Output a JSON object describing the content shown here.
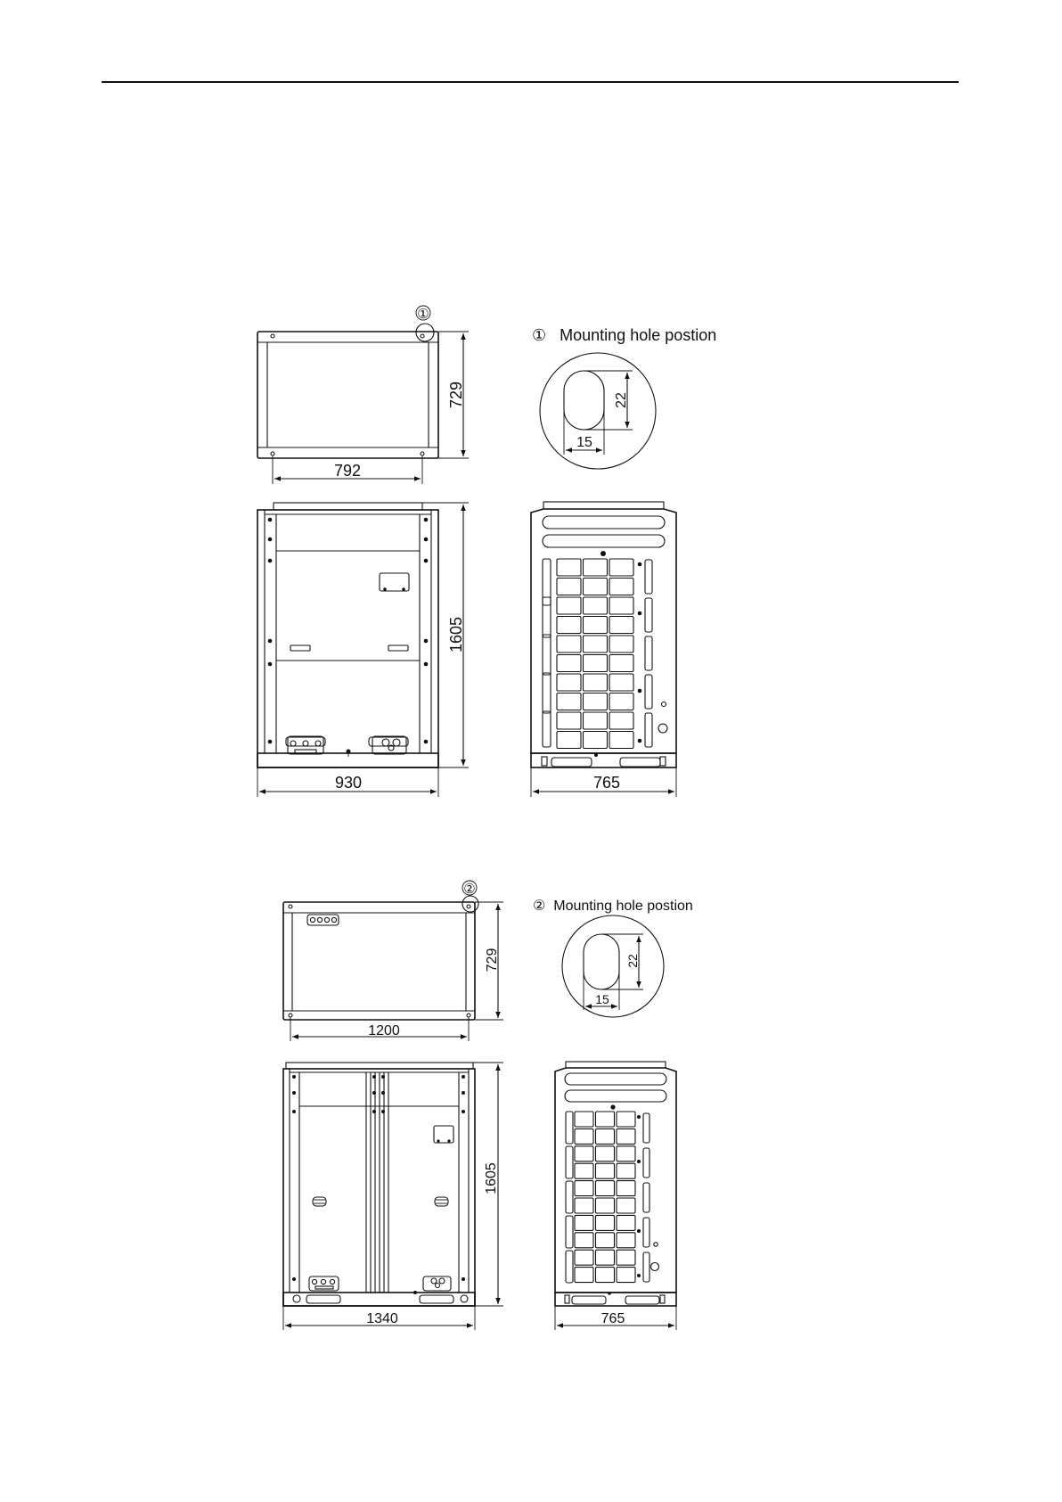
{
  "figure1": {
    "callout": "①",
    "detail_label": "①   Mounting hole postion",
    "hole_height": "22",
    "hole_width": "15",
    "top_depth": "729",
    "top_hole_spacing": "792",
    "front_height": "1605",
    "front_width": "930",
    "side_width": "765"
  },
  "figure2": {
    "callout": "②",
    "detail_label": "②  Mounting hole postion",
    "hole_height": "22",
    "hole_width": "15",
    "top_depth": "729",
    "top_hole_spacing": "1200",
    "front_height": "1605",
    "front_width": "1340",
    "side_width": "765"
  }
}
